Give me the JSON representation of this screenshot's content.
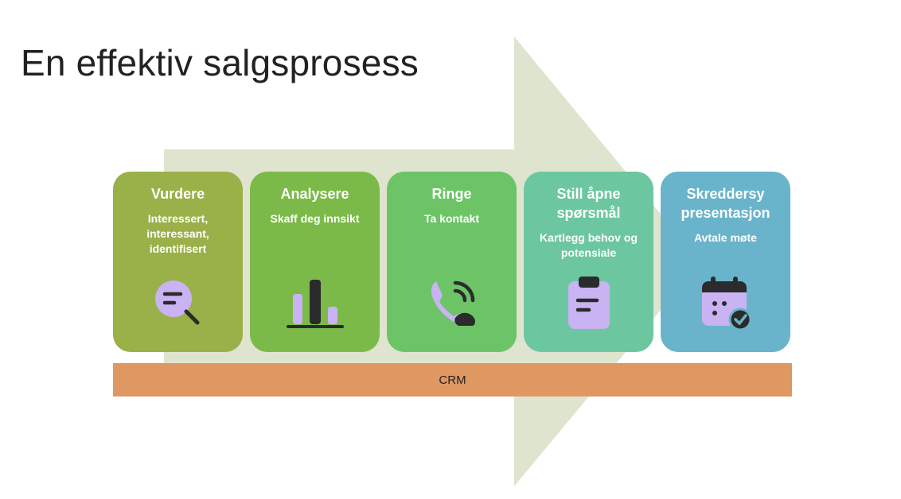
{
  "slide": {
    "title": "En effektiv salgsprosess",
    "colors": {
      "arrow": "#dfe4cf",
      "crm_bar": "#df9862",
      "icon_fill": "#c9b3f2",
      "icon_dark": "#2b2b2b"
    }
  },
  "steps": [
    {
      "title": "Vurdere",
      "subtitle": "Interessert, interessant, identifisert",
      "icon": "search-icon",
      "color": "#9ab048"
    },
    {
      "title": "Analysere",
      "subtitle": "Skaff deg innsikt",
      "icon": "bar-chart-icon",
      "color": "#7bba48"
    },
    {
      "title": "Ringe",
      "subtitle": "Ta kontakt",
      "icon": "phone-call-icon",
      "color": "#6cc467"
    },
    {
      "title": "Still åpne spørsmål",
      "subtitle": "Kartlegg behov og potensiale",
      "icon": "clipboard-icon",
      "color": "#6cc7a0"
    },
    {
      "title": "Skreddersy presentasjon",
      "subtitle": "Avtale møte",
      "icon": "calendar-check-icon",
      "color": "#69b4cb"
    }
  ],
  "crm": {
    "label": "CRM"
  }
}
